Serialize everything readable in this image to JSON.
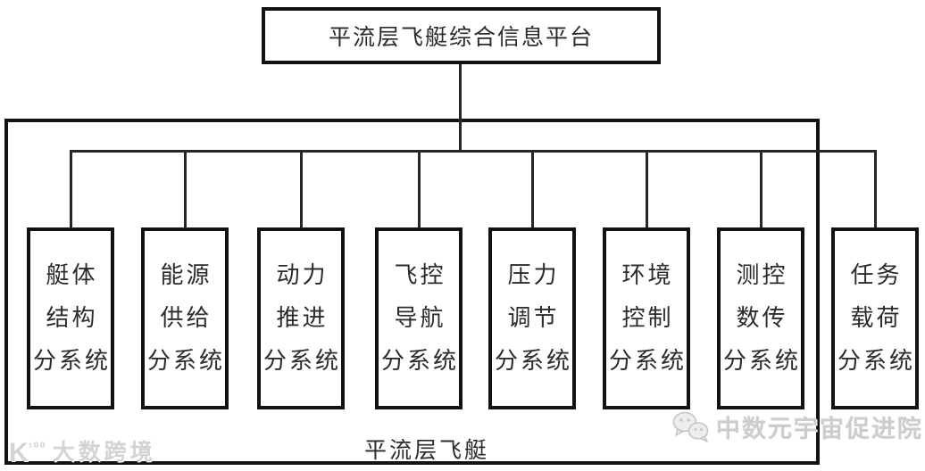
{
  "diagram": {
    "title": "平流层飞艇综合信息平台",
    "container_label": "平流层飞艇"
  },
  "root_box": {
    "label": "平流层飞艇综合信息平台"
  },
  "container": {
    "label": "平流层飞艇"
  },
  "subsystems": [
    {
      "id": "hull-structure",
      "lines": [
        "艇体",
        "结构",
        "分系统"
      ]
    },
    {
      "id": "energy-supply",
      "lines": [
        "能源",
        "供给",
        "分系统"
      ]
    },
    {
      "id": "power-propulsion",
      "lines": [
        "动力",
        "推进",
        "分系统"
      ]
    },
    {
      "id": "flight-control-navigation",
      "lines": [
        "飞控",
        "导航",
        "分系统"
      ]
    },
    {
      "id": "pressure-regulation",
      "lines": [
        "压力",
        "调节",
        "分系统"
      ]
    },
    {
      "id": "environment-control",
      "lines": [
        "环境",
        "控制",
        "分系统"
      ]
    },
    {
      "id": "ttc-data-transmission",
      "lines": [
        "测控",
        "数传",
        "分系统"
      ]
    },
    {
      "id": "mission-payload",
      "lines": [
        "任务",
        "载荷",
        "分系统"
      ]
    }
  ],
  "watermarks": {
    "left": {
      "logo_main": "K",
      "logo_sup": "¹⁰⁰",
      "text": "大数跨境"
    },
    "right": {
      "icon": "wechat-icon",
      "text": "中数元宇宙促进院"
    }
  },
  "colors": {
    "background": "#ffffff",
    "line": "#262626",
    "box_border": "#121212",
    "text": "#2b2b2b",
    "watermark_gray": "#d0d0d0"
  }
}
